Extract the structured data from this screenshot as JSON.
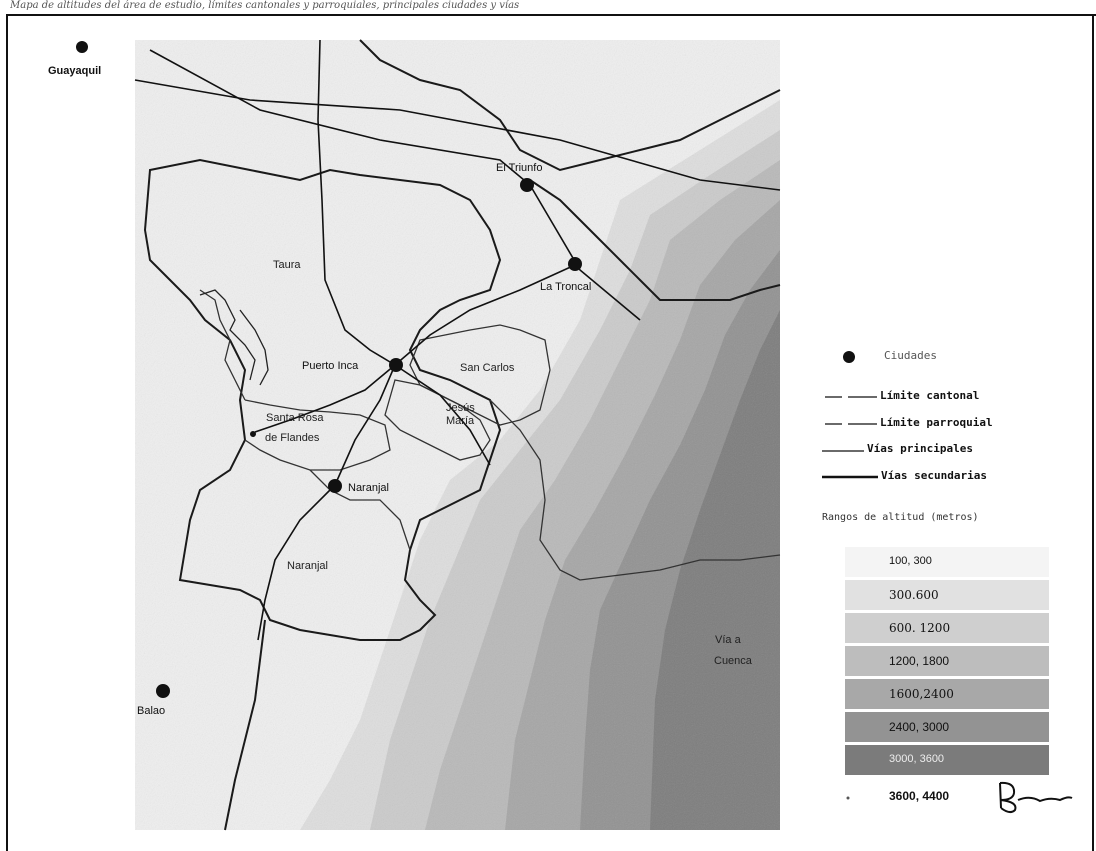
{
  "header_text": "Mapa de altitudes del área de estudio, límites cantonales y parroquiales, principales ciudades y vías",
  "cities": {
    "guayaquil": "Guayaquil",
    "el_triunfo": "El Triunfo",
    "la_troncal": "La Troncal",
    "puerto_inca": "Puerto Inca",
    "naranjal": "Naranjal",
    "balao": "Balao"
  },
  "areas": {
    "taura": "Taura",
    "san_carlos": "San Carlos",
    "jesus_maria_1": "Jesús",
    "jesus_maria_2": "María",
    "santa_rosa_1": "Santa Rosa",
    "santa_rosa_2": "de Flandes",
    "naranjal_parish": "Naranjal",
    "via_cuenca_1": "Vía a",
    "via_cuenca_2": "Cuenca"
  },
  "legend": {
    "ciudades": "Ciudades",
    "limite_cantonal": "Límite cantonal",
    "limite_parroquial": "Límite parroquial",
    "vias_principales": "Vías principales",
    "vias_secundarias": "Vías secundarias",
    "rangos_title": "Rangos de altitud (metros)",
    "ranges": [
      {
        "label": "100, 300",
        "color": "#f4f4f4"
      },
      {
        "label": "300.600",
        "color": "#e1e1e1"
      },
      {
        "label": "600. 1200",
        "color": "#cfcfcf"
      },
      {
        "label": "1200, 1800",
        "color": "#bdbdbd"
      },
      {
        "label": "1600,2400",
        "color": "#a8a8a8"
      },
      {
        "label": "2400, 3000",
        "color": "#939393"
      },
      {
        "label": "3000, 3600",
        "color": "#7b7b7b"
      },
      {
        "label": "3600, 4400",
        "color": "#ffffff"
      }
    ]
  }
}
